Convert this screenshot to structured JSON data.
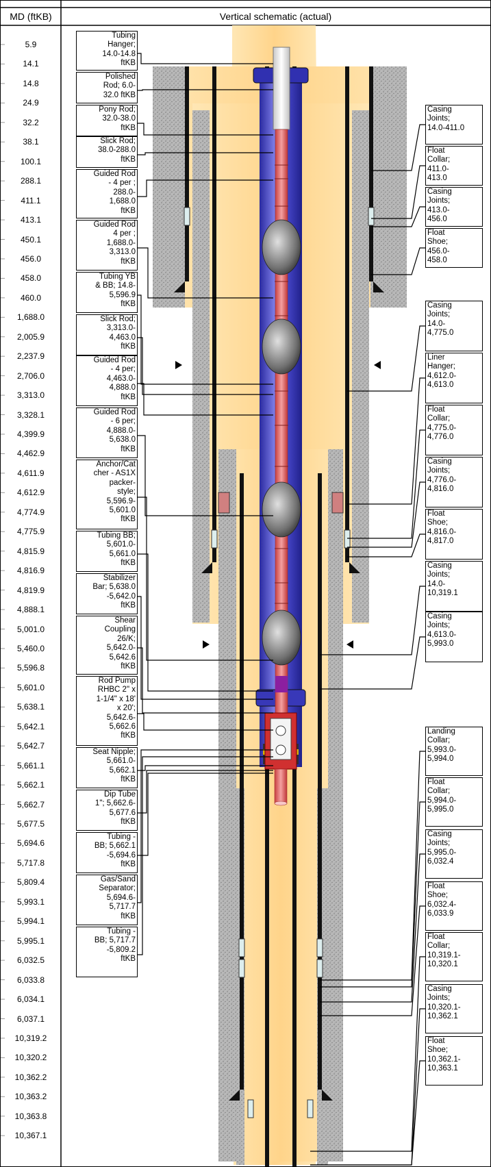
{
  "header": {
    "md_col": "MD (ftKB)",
    "schematic_col": "Vertical schematic (actual)"
  },
  "md_values": [
    "5.9",
    "14.1",
    "14.8",
    "24.9",
    "32.2",
    "38.1",
    "100.1",
    "288.1",
    "411.1",
    "413.1",
    "450.1",
    "456.0",
    "458.0",
    "460.0",
    "1,688.0",
    "2,005.9",
    "2,237.9",
    "2,706.0",
    "3,313.0",
    "3,328.1",
    "4,399.9",
    "4,462.9",
    "4,611.9",
    "4,612.9",
    "4,774.9",
    "4,775.9",
    "4,815.9",
    "4,816.9",
    "4,819.9",
    "4,888.1",
    "5,001.0",
    "5,460.0",
    "5,596.8",
    "5,601.0",
    "5,638.1",
    "5,642.1",
    "5,642.7",
    "5,661.1",
    "5,662.1",
    "5,662.7",
    "5,677.5",
    "5,694.6",
    "5,717.8",
    "5,809.4",
    "5,993.1",
    "5,994.1",
    "5,995.1",
    "6,032.5",
    "6,033.8",
    "6,034.1",
    "6,037.1",
    "10,319.2",
    "10,320.2",
    "10,362.2",
    "10,363.2",
    "10,363.8",
    "10,367.1"
  ],
  "left_labels": [
    "Tubing\nHanger;\n14.0-14.8\nftKB",
    "Polished\nRod; 6.0-\n32.0 ftKB",
    "Pony Rod;\n32.0-38.0\nftKB",
    "Slick Rod;\n38.0-288.0\nftKB",
    "Guided Rod\n- 4 per ;\n288.0-\n1,688.0\nftKB",
    "Guided Rod\n4 per ;\n1,688.0-\n3,313.0\nftKB",
    "Tubing YB\n& BB; 14.8-\n5,596.9\nftKB",
    "Slick Rod;\n3,313.0-\n4,463.0\nftKB",
    "Guided Rod\n- 4 per;\n4,463.0-\n4,888.0\nftKB",
    "Guided Rod\n- 6 per;\n4,888.0-\n5,638.0\nftKB",
    "Anchor/Cat\ncher - AS1X\npacker-\nstyle;\n5,596.9-\n5,601.0\nftKB",
    "Tubing BB;\n5,601.0-\n5,661.0\nftKB",
    "Stabilizer\nBar; 5,638.0\n-5,642.0\nftKB",
    "Shear\nCoupling\n26/K;\n5,642.0-\n5,642.6\nftKB",
    "Rod Pump\nRHBC 2\" x\n1-1/4\" x 18'\nx 20';\n5,642.6-\n5,662.6\nftKB",
    "Seat Nipple;\n5,661.0-\n5,662.1\nftKB",
    "Dip Tube\n1\"; 5,662.6-\n5,677.6\nftKB",
    "Tubing -\nBB; 5,662.1\n-5,694.6\nftKB",
    "Gas/Sand\nSeparator;\n5,694.6-\n5,717.7\nftKB",
    "Tubing -\nBB; 5,717.7\n-5,809.2\nftKB"
  ],
  "right_labels": [
    "Casing\nJoints;\n14.0-411.0",
    "Float\nCollar;\n411.0-\n413.0",
    "Casing\nJoints;\n413.0-\n456.0",
    "Float\nShoe;\n456.0-\n458.0",
    "Casing\nJoints;\n14.0-\n4,775.0",
    "Liner\nHanger;\n4,612.0-\n4,613.0",
    "Float\nCollar;\n4,775.0-\n4,776.0",
    "Casing\nJoints;\n4,776.0-\n4,816.0",
    "Float\nShoe;\n4,816.0-\n4,817.0",
    "Casing\nJoints;\n14.0-\n10,319.1",
    "Casing\nJoints;\n4,613.0-\n5,993.0",
    "Landing\nCollar;\n5,993.0-\n5,994.0",
    "Float\nCollar;\n5,994.0-\n5,995.0",
    "Casing\nJoints;\n5,995.0-\n6,032.4",
    "Float\nShoe;\n6,032.4-\n6,033.9",
    "Float\nCollar;\n10,319.1-\n10,320.1",
    "Casing\nJoints;\n10,320.1-\n10,362.1",
    "Float\nShoe;\n10,362.1-\n10,363.1"
  ],
  "colors": {
    "formation": "#FFE1A6",
    "cement": "#B0B0B0",
    "tubing": "#3C3CC8",
    "rod": "#E06060",
    "polished_rod": "#E8E8E8",
    "pump_barrel": "#D03030",
    "stabilizer": "#8B1FA0"
  }
}
